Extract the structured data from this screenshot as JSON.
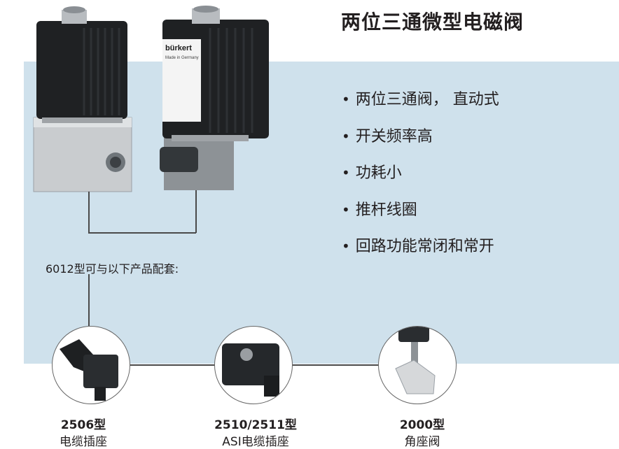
{
  "title": "两位三通微型电磁阀",
  "features": [
    "两位三通阀， 直动式",
    "开关频率高",
    "功耗小",
    "推杆线圈",
    "回路功能常闭和常开"
  ],
  "bullet": "•",
  "compat_text": "6012型可与以下产品配套:",
  "valve_brand": "bürkert",
  "valve_sub": "Made in Germany",
  "products": [
    {
      "model": "2506型",
      "name": "电缆插座"
    },
    {
      "model": "2510/2511型",
      "name": "ASI电缆插座"
    },
    {
      "model": "2000型",
      "name": "角座阀"
    }
  ],
  "colors": {
    "panel": "#cfe1ec",
    "text": "#231f20",
    "line": "#4a4a4a"
  }
}
